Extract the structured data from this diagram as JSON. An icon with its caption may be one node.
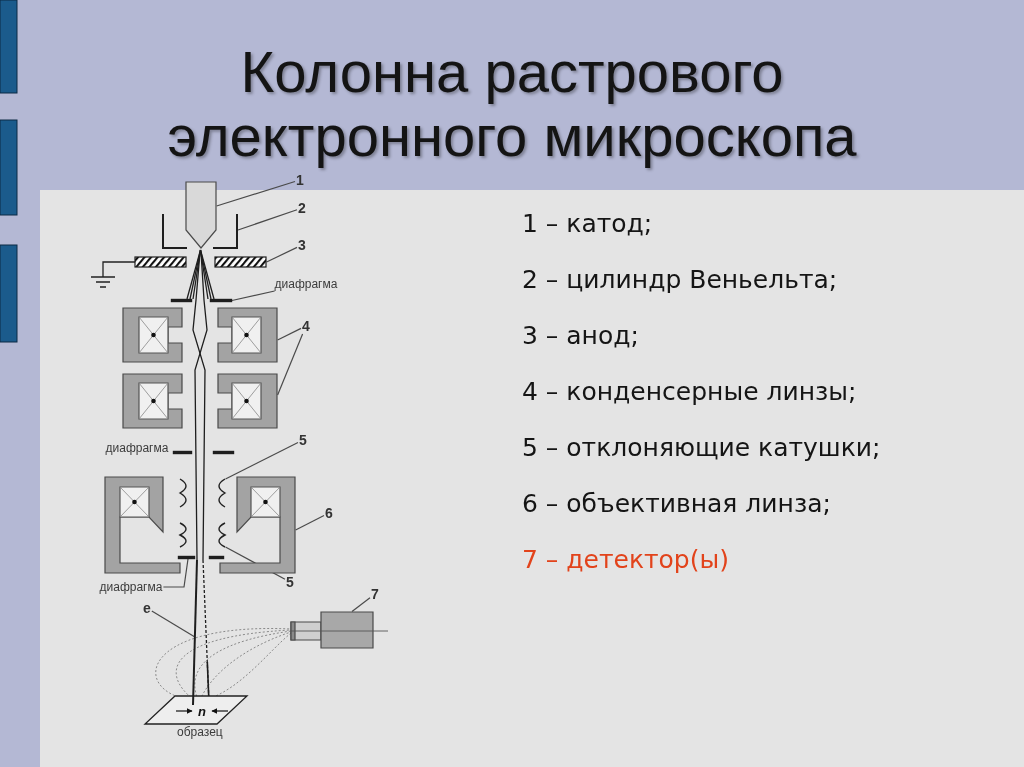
{
  "diagram": {
    "title": "Колонна растрового электронного микроскопа",
    "nodes": [
      {
        "text": [
          "1"
        ]
      },
      {
        "text": [],
        "shape": "box"
      },
      {
        "text": [
          "2"
        ]
      },
      {
        "text": [],
        "shape": "line"
      },
      {
        "text": [
          "3"
        ]
      },
      {
        "text": [],
        "shape": "bar"
      },
      {
        "text": [
          "диафрагма"
        ]
      },
      {
        "text": [],
        "shape": "bar"
      },
      {
        "text": [
          "4"
        ]
      },
      {
        "text": [],
        "shape": "box"
      },
      {
        "text": [],
        "shape": "box"
      },
      {
        "text": [
          "5"
        ]
      },
      {
        "text": [],
        "shape": "coil"
      },
      {
        "text": [
          "6"
        ]
      },
      {
        "text": [],
        "shape": "box"
      },
      {
        "text": [
          "5"
        ]
      },
      {
        "text": [],
        "shape": "coil"
      },
      {
        "text": [
          "диафрагма"
        ]
      },
      {
        "text": [],
        "shape": "bar"
      },
      {
        "text": [
          "7"
        ]
      },
      {
        "text": [],
        "shape": "box"
      },
      {
        "text": [
          "e"
        ]
      },
      {
        "text": [],
        "shape": "line"
      },
      {
        "text": [],
        "shape": "box"
      },
      {
        "text": [],
        "shape": "box"
      },
      {
        "text": [],
        "shape": "bar",
        "beside": [
          "диафрагма"
        ]
      },
      {
        "text": [],
        "shape": "box"
      },
      {
        "text": [],
        "shape": "coil"
      },
      {
        "text": [],
        "shape": "coil"
      }
    ],
    "edges": [
      {
        "from": 0,
        "to": 1,
        "arrow": "none"
      },
      {
        "from": 2,
        "to": 3,
        "arrow": "none"
      },
      {
        "from": 4,
        "to": 5,
        "arrow": "none"
      },
      {
        "from": 6,
        "to": 7,
        "arrow": "none"
      },
      {
        "from": 8,
        "to": 9,
        "arrow": "none"
      },
      {
        "from": 8,
        "to": 10,
        "arrow": "none"
      },
      {
        "from": 11,
        "to": 12,
        "arrow": "none"
      },
      {
        "from": 13,
        "to": 14,
        "arrow": "none"
      },
      {
        "from": 15,
        "to": 16,
        "arrow": "none"
      },
      {
        "from": 17,
        "to": 18,
        "arrow": "none"
      },
      {
        "from": 19,
        "to": 20,
        "arrow": "none"
      },
      {
        "from": 21,
        "to": 22,
        "arrow": "none"
      }
    ],
    "labels": [
      "n",
      "образец",
      "1 – катод;",
      "2 – цилиндр Веньельта;",
      "3 – анод;",
      "4 – конденсерные линзы;",
      "5 – отклоняющие катушки;",
      "6 – объективная линза;",
      "7 – детектор(ы)"
    ]
  }
}
